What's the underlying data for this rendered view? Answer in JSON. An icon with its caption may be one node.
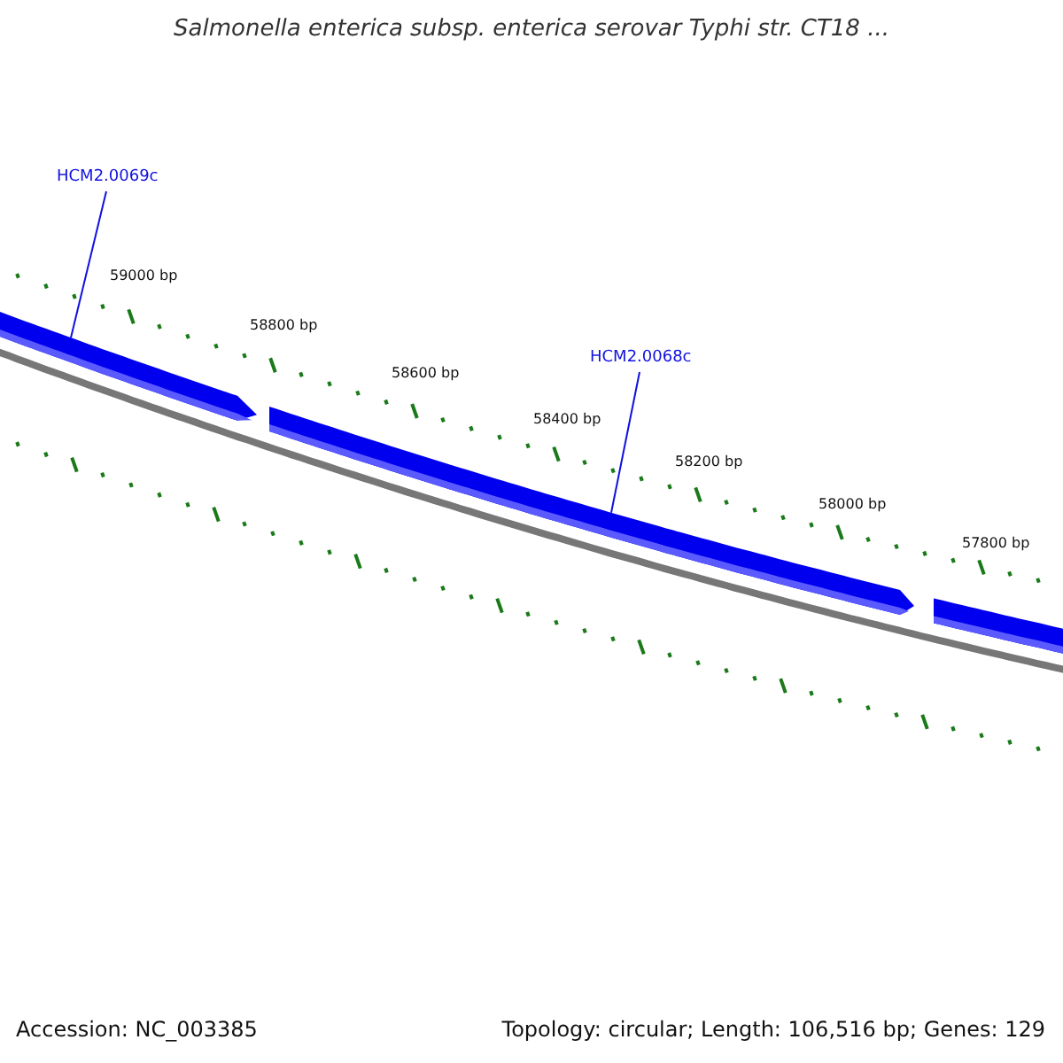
{
  "diagram": {
    "title": "Salmonella enterica subsp. enterica serovar Typhi str. CT18 ...",
    "nodes": [
      {
        "text": [
          "HCM2.0069c"
        ]
      },
      {
        "text": [],
        "shape": "bar"
      },
      {
        "text": [
          "HCM2.0068c"
        ]
      },
      {
        "text": [],
        "shape": "bar"
      },
      {
        "text": [],
        "shape": "bar"
      }
    ],
    "edges": [
      {
        "from": 0,
        "to": 1,
        "arrow": "none"
      },
      {
        "from": 2,
        "to": 3,
        "arrow": "none"
      }
    ],
    "labels": [
      "59000 bp",
      "58800 bp",
      "58600 bp",
      "58400 bp",
      "58200 bp",
      "58000 bp",
      "57800 bp",
      "Accession: NC_003385",
      "Topology: circular; Length: 106,516 bp; Genes: 129"
    ]
  }
}
